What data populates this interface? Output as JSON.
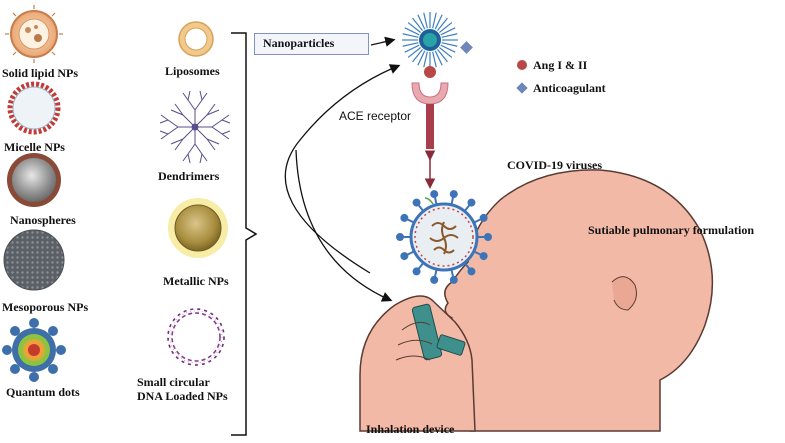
{
  "left_column": {
    "solid_lipid": "Solid lipid NPs",
    "micelle": "Micelle NPs",
    "nanospheres": "Nanospheres",
    "mesoporous": "Mesoporous NPs",
    "quantum_dots": "Quantum dots"
  },
  "middle_column": {
    "liposomes": "Liposomes",
    "dendrimers": "Dendrimers",
    "metallic": "Metallic NPs",
    "dna_line1": "Small circular",
    "dna_line2": "DNA Loaded NPs"
  },
  "diagram": {
    "nanoparticles_box": "Nanoparticles",
    "ace_receptor": "ACE receptor",
    "legend_ang": "Ang I & II",
    "legend_anticoagulant": "Anticoagulant",
    "covid": "COVID-19 viruses",
    "formulation": "Sutiable pulmonary formulation",
    "inhalation": "Inhalation device"
  },
  "colors": {
    "ang_dot": "#b84848",
    "anticoagulant": "#6f86b8",
    "receptor": "#a83e4b",
    "skin": "#f2b9a6",
    "inhaler": "#3f8f8c"
  }
}
